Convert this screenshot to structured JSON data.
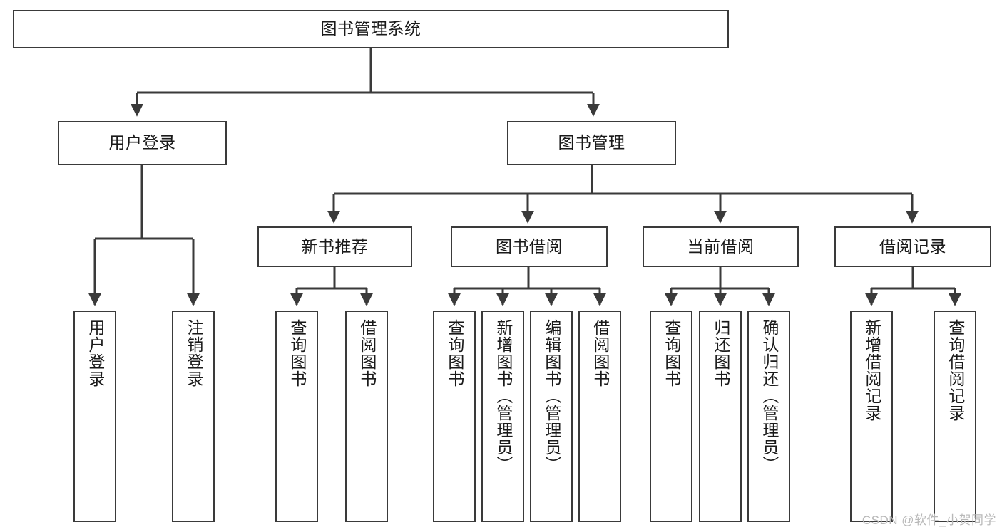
{
  "diagram": {
    "title": "图书管理系统",
    "type": "hierarchy-tree",
    "edge_color": "#3a3a3a",
    "box_border_color": "#3a3a3a",
    "box_fill": "#ffffff",
    "text_color": "#1a1a1a"
  },
  "nodes": {
    "root": {
      "label": "图书管理系统"
    },
    "level2": [
      {
        "id": "user-login",
        "label": "用户登录"
      },
      {
        "id": "book-manage",
        "label": "图书管理"
      }
    ],
    "level3": [
      {
        "id": "new-book-recommend",
        "label": "新书推荐"
      },
      {
        "id": "book-borrow",
        "label": "图书借阅"
      },
      {
        "id": "current-borrow",
        "label": "当前借阅"
      },
      {
        "id": "borrow-record",
        "label": "借阅记录"
      }
    ],
    "leaves": {
      "user_login": [
        {
          "id": "leaf-user-login",
          "label": "用户登录"
        },
        {
          "id": "leaf-logout-login",
          "label": "注销登录"
        }
      ],
      "new_book_recommend": [
        {
          "id": "leaf-query-book-1",
          "label": "查询图书"
        },
        {
          "id": "leaf-borrow-book-1",
          "label": "借阅图书"
        }
      ],
      "book_borrow": [
        {
          "id": "leaf-query-book-2",
          "label": "查询图书"
        },
        {
          "id": "leaf-add-book",
          "label": "新增图书（管理员）"
        },
        {
          "id": "leaf-edit-book",
          "label": "编辑图书（管理员）"
        },
        {
          "id": "leaf-borrow-book-2",
          "label": "借阅图书"
        }
      ],
      "current_borrow": [
        {
          "id": "leaf-query-book-3",
          "label": "查询图书"
        },
        {
          "id": "leaf-return-book",
          "label": "归还图书"
        },
        {
          "id": "leaf-confirm-return",
          "label": "确认归还（管理员）"
        }
      ],
      "borrow_record": [
        {
          "id": "leaf-add-record",
          "label": "新增借阅记录"
        },
        {
          "id": "leaf-query-record",
          "label": "查询借阅记录"
        }
      ]
    }
  },
  "watermark": {
    "text": "CSDN @软件_小贺同学"
  }
}
